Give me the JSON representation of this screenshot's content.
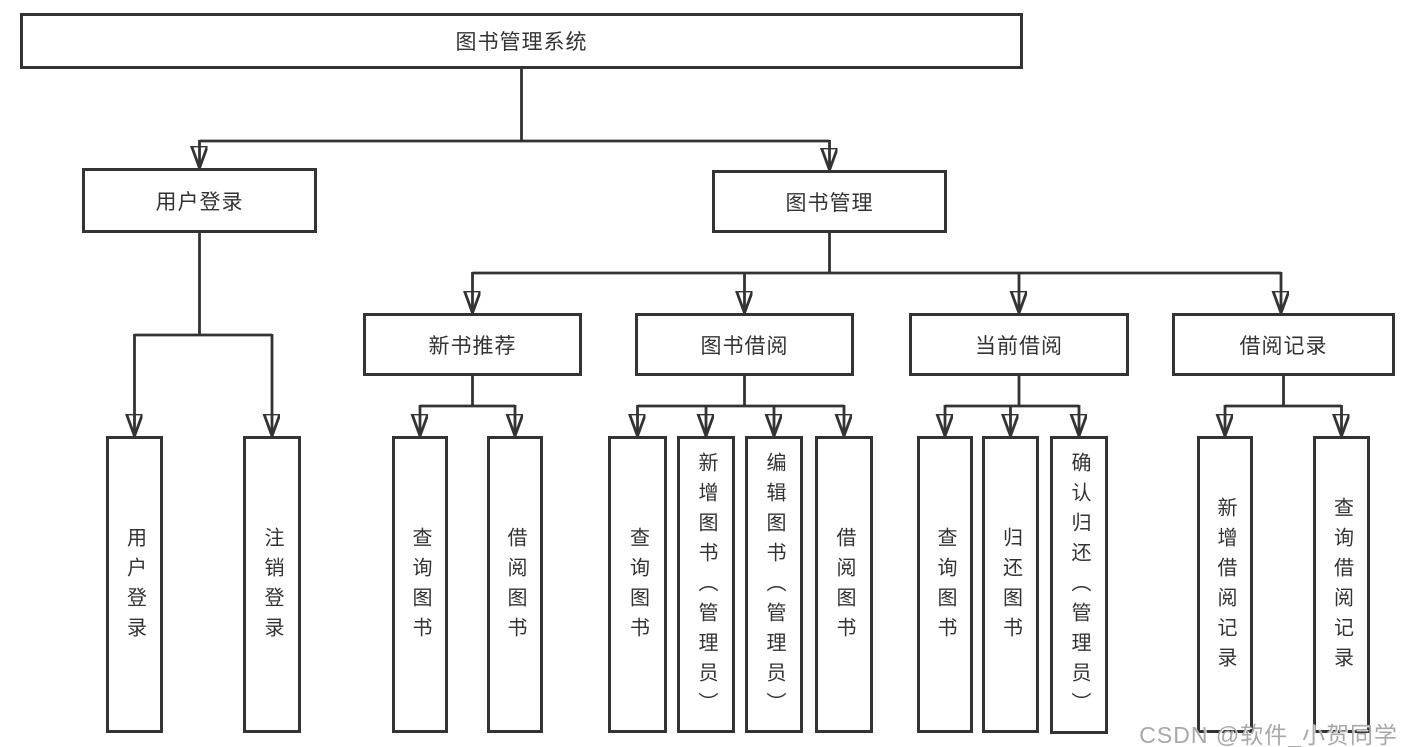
{
  "diagram_type": "hierarchy-tree",
  "nodes": {
    "root": {
      "label": "图书管理系统"
    },
    "level2": [
      {
        "label": "用户登录"
      },
      {
        "label": "图书管理"
      }
    ],
    "level3": [
      {
        "label": "新书推荐"
      },
      {
        "label": "图书借阅"
      },
      {
        "label": "当前借阅"
      },
      {
        "label": "借阅记录"
      }
    ],
    "leaves": [
      {
        "label": "用户登录"
      },
      {
        "label": "注销登录"
      },
      {
        "label": "查询图书"
      },
      {
        "label": "借阅图书"
      },
      {
        "label": "查询图书"
      },
      {
        "label": "新增图书（管理员）"
      },
      {
        "label": "编辑图书（管理员）"
      },
      {
        "label": "借阅图书"
      },
      {
        "label": "查询图书"
      },
      {
        "label": "归还图书"
      },
      {
        "label": "确认归还（管理员）"
      },
      {
        "label": "新增借阅记录"
      },
      {
        "label": "查询借阅记录"
      }
    ]
  },
  "edges": [
    [
      "图书管理系统",
      "用户登录"
    ],
    [
      "图书管理系统",
      "图书管理"
    ],
    [
      "用户登录",
      "用户登录"
    ],
    [
      "用户登录",
      "注销登录"
    ],
    [
      "图书管理",
      "新书推荐"
    ],
    [
      "图书管理",
      "图书借阅"
    ],
    [
      "图书管理",
      "当前借阅"
    ],
    [
      "图书管理",
      "借阅记录"
    ],
    [
      "新书推荐",
      "查询图书"
    ],
    [
      "新书推荐",
      "借阅图书"
    ],
    [
      "图书借阅",
      "查询图书"
    ],
    [
      "图书借阅",
      "新增图书（管理员）"
    ],
    [
      "图书借阅",
      "编辑图书（管理员）"
    ],
    [
      "图书借阅",
      "借阅图书"
    ],
    [
      "当前借阅",
      "查询图书"
    ],
    [
      "当前借阅",
      "归还图书"
    ],
    [
      "当前借阅",
      "确认归还（管理员）"
    ],
    [
      "借阅记录",
      "新增借阅记录"
    ],
    [
      "借阅记录",
      "查询借阅记录"
    ]
  ],
  "watermark": "CSDN @软件_小贺同学",
  "colors": {
    "line": "#333333",
    "text": "#333333",
    "box_background": "#ffffff",
    "page_background": "#ffffff",
    "watermark": "#a8a8a8"
  }
}
